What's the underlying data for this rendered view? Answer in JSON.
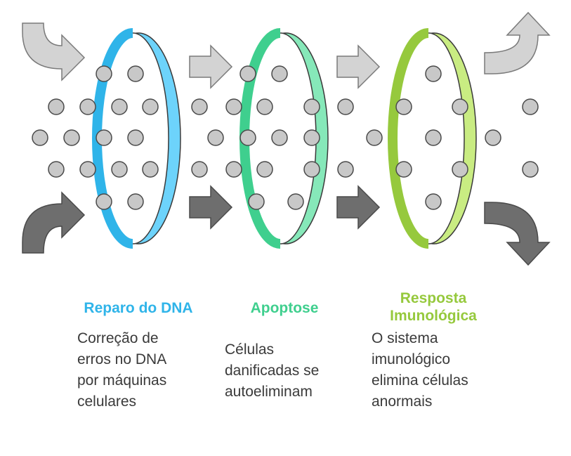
{
  "colors": {
    "blue": "#2fb4e9",
    "blue_light": "#6dd3fb",
    "green": "#3fcf8e",
    "green_light": "#86e8b9",
    "lime": "#96c93d",
    "lime_light": "#c9ec82",
    "arrow_light": "#d3d3d3",
    "arrow_dark": "#6e6e6e",
    "dot_fill": "#c8c8c8",
    "text": "#3a3a3a"
  },
  "stages": [
    {
      "title": "Reparo do DNA",
      "description": [
        "Correção de",
        "erros no DNA",
        "por máquinas",
        "celulares"
      ]
    },
    {
      "title": "Apoptose",
      "description": [
        "Células",
        "danificadas se",
        "autoeliminam"
      ]
    },
    {
      "title": "Resposta Imunológica",
      "title_lines": [
        "Resposta",
        "Imunológica"
      ],
      "description": [
        "O sistema",
        "imunológico",
        "elimina células",
        "anormais"
      ]
    }
  ]
}
